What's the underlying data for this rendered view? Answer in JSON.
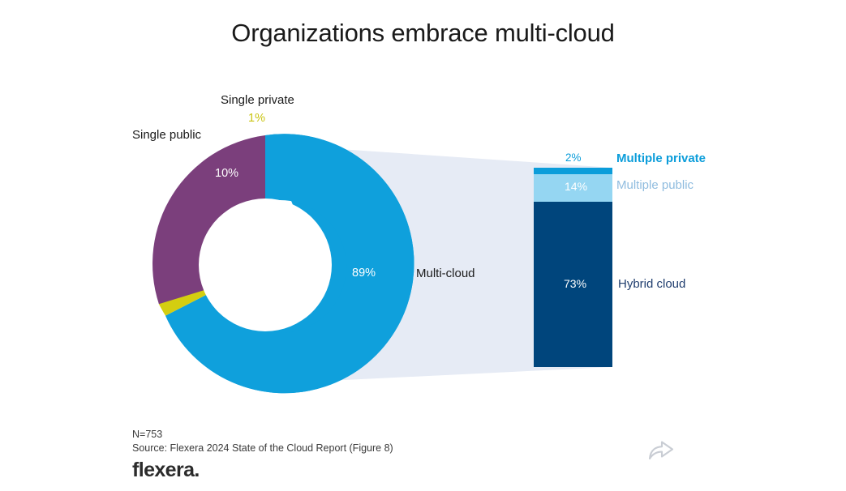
{
  "title": "Organizations embrace multi-cloud",
  "colors": {
    "multi_cloud_blue": "#0FA0DC",
    "single_private_yellow": "#D4CE10",
    "single_public_purple": "#7B3F7C",
    "multiple_private_blue": "#0B9DDA",
    "multiple_public_lightblue": "#95D6F2",
    "hybrid_cloud_navy": "#00457C",
    "connector_lavender": "#E6EBF5",
    "title_black": "#1a1a1a"
  },
  "donut": {
    "labels": {
      "single_public": "Single public",
      "single_private": "Single private"
    },
    "values": {
      "multi_cloud": "89%",
      "single_public": "10%",
      "single_private": "1%"
    }
  },
  "connector": {
    "label": "Multi-cloud"
  },
  "bar": {
    "values": {
      "multiple_private": "2%",
      "multiple_public": "14%",
      "hybrid_cloud": "73%"
    },
    "legend": {
      "multiple_private": "Multiple private",
      "multiple_public": "Multiple public",
      "hybrid_cloud": "Hybrid cloud"
    }
  },
  "footer": {
    "n": "N=753",
    "source": "Source: Flexera 2024 State of the Cloud Report (Figure 8)",
    "brand": "flexera",
    "brand_dot": ".",
    "share_icon": "share-arrow-icon"
  },
  "chart_data": {
    "type": "pie",
    "title": "Organizations embrace multi-cloud",
    "subtitle": "",
    "xlabel": "",
    "ylabel": "",
    "units": "percent of respondents",
    "grid": false,
    "legend_position": "right",
    "donut": {
      "type": "pie",
      "hole": 0.51,
      "start_angle_deg": 0,
      "direction": "clockwise",
      "categories": [
        "Multi-cloud",
        "Single private",
        "Single public"
      ],
      "values": [
        89,
        1,
        10
      ],
      "colors": [
        "#0FA0DC",
        "#D4CE10",
        "#7B3F7C"
      ],
      "data_labels": [
        "89%",
        "1%",
        "10%"
      ]
    },
    "breakout_bar": {
      "type": "bar",
      "orientation": "vertical",
      "stacked": true,
      "parent_category": "Multi-cloud",
      "parent_total": 89,
      "categories": [
        "Multiple private",
        "Multiple public",
        "Hybrid cloud"
      ],
      "values": [
        2,
        14,
        73
      ],
      "colors": [
        "#0B9DDA",
        "#95D6F2",
        "#00457C"
      ],
      "data_labels": [
        "2%",
        "14%",
        "73%"
      ],
      "ylim": [
        0,
        89
      ],
      "stack_order_top_to_bottom": [
        "Multiple private",
        "Multiple public",
        "Hybrid cloud"
      ]
    },
    "annotations": [
      {
        "text": "N=753"
      },
      {
        "text": "Source: Flexera 2024 State of the Cloud Report (Figure 8)"
      }
    ]
  }
}
